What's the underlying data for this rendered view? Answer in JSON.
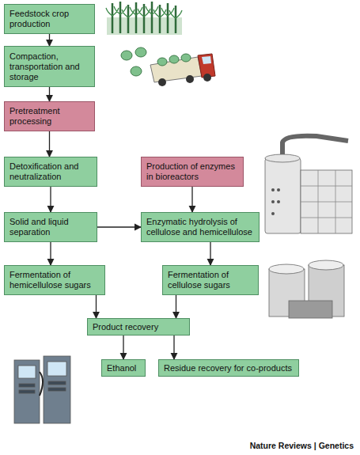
{
  "diagram": {
    "nodes": [
      {
        "text": [
          "Feedstock crop production"
        ]
      },
      {
        "text": [
          "Compaction, transportation and storage"
        ]
      },
      {
        "text": [
          "Pretreatment processing"
        ]
      },
      {
        "text": [
          "Detoxification and neutralization"
        ]
      },
      {
        "text": [
          "Production of enzymes in bioreactors"
        ]
      },
      {
        "text": [
          "Solid and liquid separation"
        ]
      },
      {
        "text": [
          "Enzymatic hydrolysis of cellulose and hemicellulose"
        ]
      },
      {
        "text": [
          "Fermentation of hemicellulose sugars"
        ]
      },
      {
        "text": [
          "Fermentation of cellulose sugars"
        ]
      },
      {
        "text": [
          "Product recovery"
        ]
      },
      {
        "text": [
          "Ethanol"
        ]
      },
      {
        "text": [
          "Residue recovery for co-products"
        ]
      }
    ],
    "edges": [
      {
        "from": 0,
        "to": 1,
        "arrow": "to"
      },
      {
        "from": 1,
        "to": 2,
        "arrow": "to"
      },
      {
        "from": 2,
        "to": 3,
        "arrow": "to"
      },
      {
        "from": 3,
        "to": 5,
        "arrow": "to"
      },
      {
        "from": 4,
        "to": 6,
        "arrow": "to"
      },
      {
        "from": 5,
        "to": 6,
        "arrow": "to"
      },
      {
        "from": 5,
        "to": 7,
        "arrow": "to"
      },
      {
        "from": 6,
        "to": 8,
        "arrow": "to"
      },
      {
        "from": 7,
        "to": 9,
        "arrow": "to"
      },
      {
        "from": 8,
        "to": 9,
        "arrow": "to"
      },
      {
        "from": 9,
        "to": 10,
        "arrow": "to"
      },
      {
        "from": 9,
        "to": 11,
        "arrow": "to"
      }
    ],
    "labels": [
      "Nature Reviews | Genetics"
    ]
  }
}
